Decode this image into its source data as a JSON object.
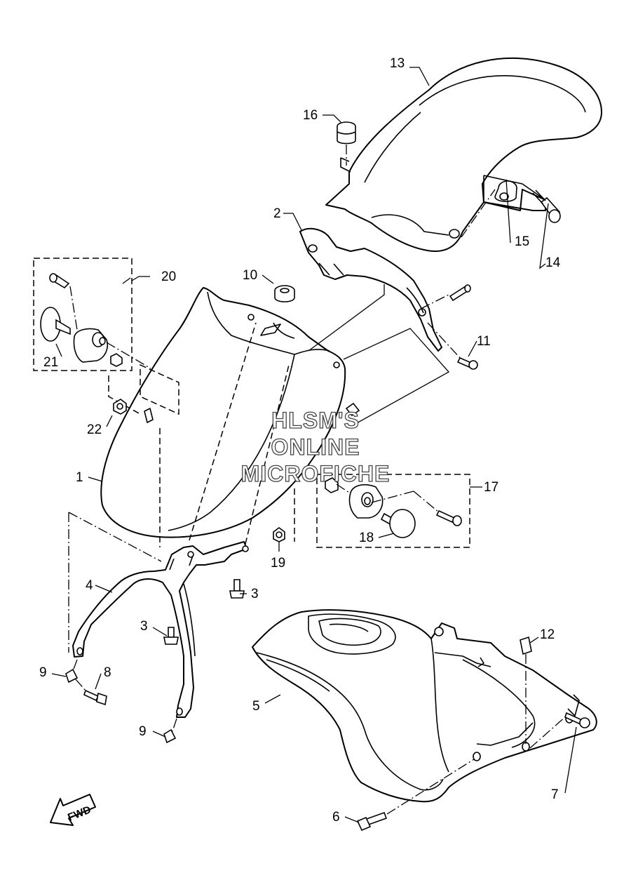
{
  "watermark": [
    "HLSM'S",
    "ONLINE",
    "MICROFICHE"
  ],
  "direction_label": "FWD",
  "callouts": {
    "p1": "1",
    "p2": "2",
    "p3a": "3",
    "p3b": "3",
    "p4": "4",
    "p5": "5",
    "p6": "6",
    "p7": "7",
    "p8": "8",
    "p9a": "9",
    "p9b": "9",
    "p10": "10",
    "p11": "11",
    "p12": "12",
    "p13": "13",
    "p14": "14",
    "p15": "15",
    "p16": "16",
    "p17": "17",
    "p18": "18",
    "p19": "19",
    "p20": "20",
    "p21": "21",
    "p22": "22"
  }
}
